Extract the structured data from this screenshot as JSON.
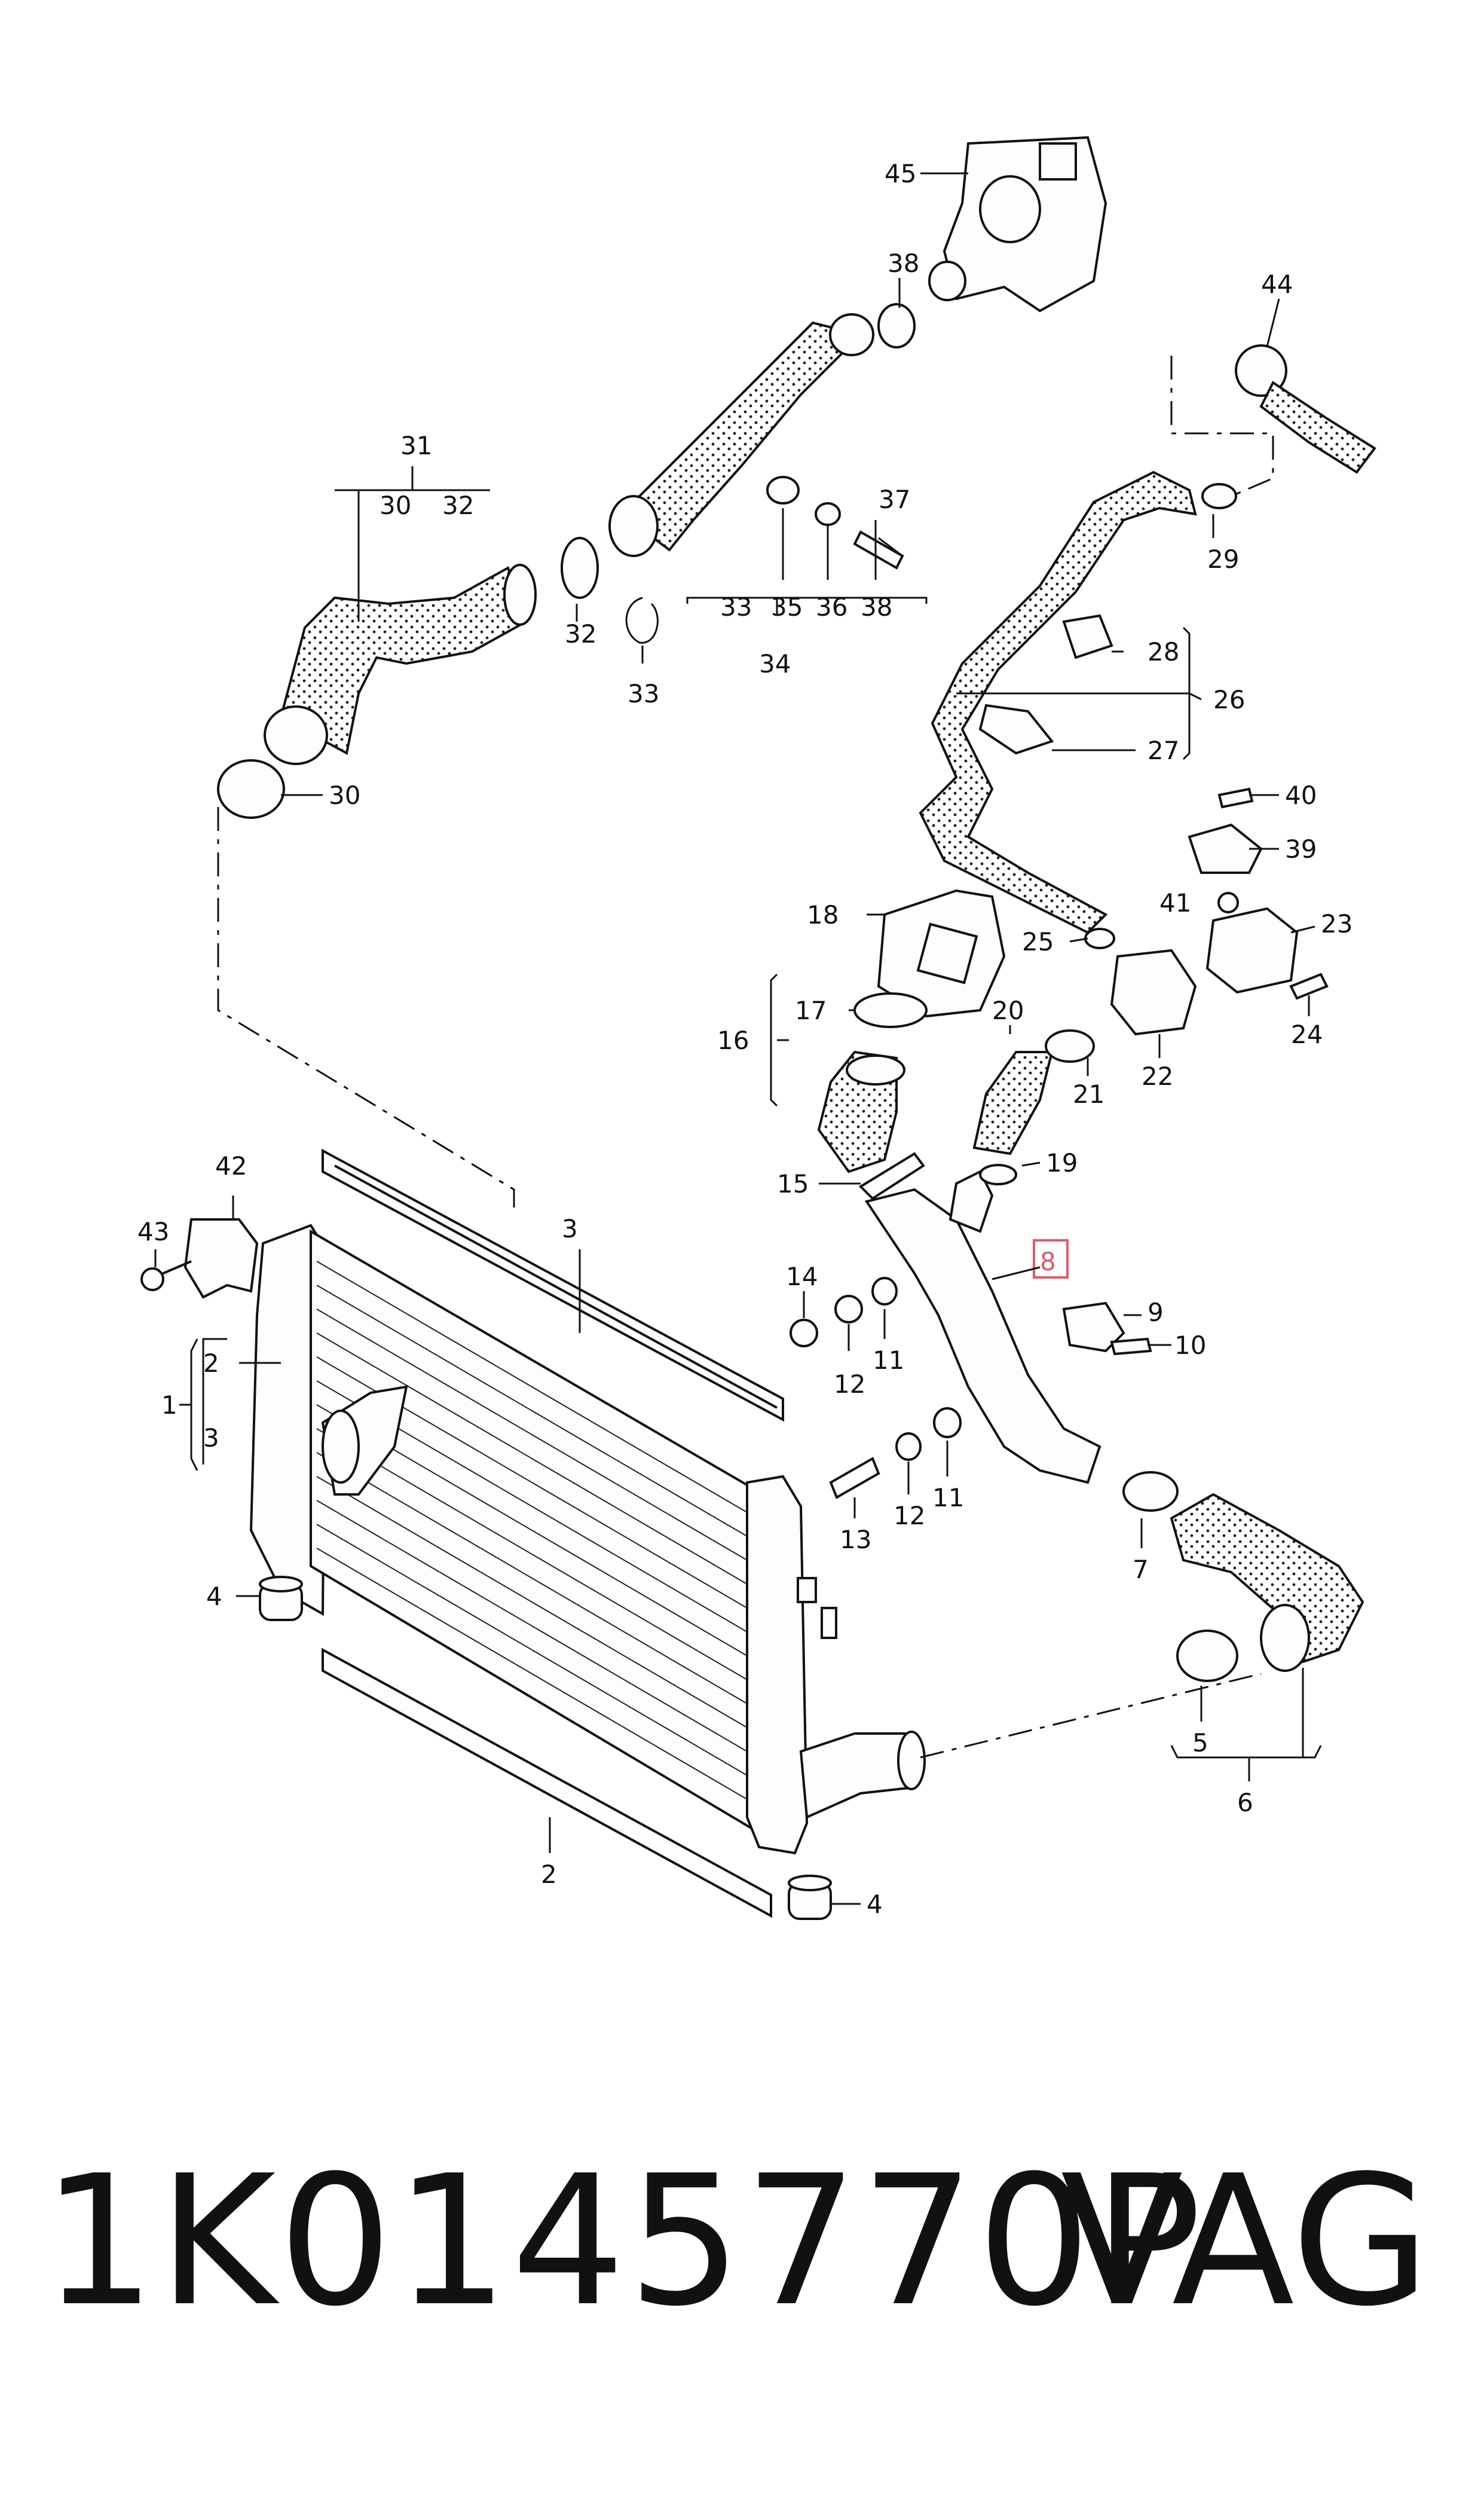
{
  "labels": {
    "l1": "1",
    "l2a": "2",
    "l2b": "2",
    "l3a": "3",
    "l3b": "3",
    "l4a": "4",
    "l4b": "4",
    "l5": "5",
    "l6": "6",
    "l7": "7",
    "l8": "8",
    "l9": "9",
    "l10": "10",
    "l11a": "11",
    "l11b": "11",
    "l12a": "12",
    "l12b": "12",
    "l13": "13",
    "l14": "14",
    "l15": "15",
    "l16": "16",
    "l17": "17",
    "l18": "18",
    "l19": "19",
    "l20": "20",
    "l21": "21",
    "l22": "22",
    "l23": "23",
    "l24": "24",
    "l25": "25",
    "l26": "26",
    "l27": "27",
    "l28": "28",
    "l29": "29",
    "l30a": "30",
    "l30b": "30",
    "l31": "31",
    "l32a": "32",
    "l32b": "32",
    "l33a": "33",
    "l33b": "33",
    "l34": "34",
    "l35": "35",
    "l36": "36",
    "l37": "37",
    "l38a": "38",
    "l38b": "38",
    "l39": "39",
    "l40": "40",
    "l41": "41",
    "l42": "42",
    "l43": "43",
    "l44": "44",
    "l45": "45"
  },
  "highlight_color": "#e05a6a",
  "caption": {
    "part_number": "1K0145770P",
    "brand": "VAG"
  }
}
